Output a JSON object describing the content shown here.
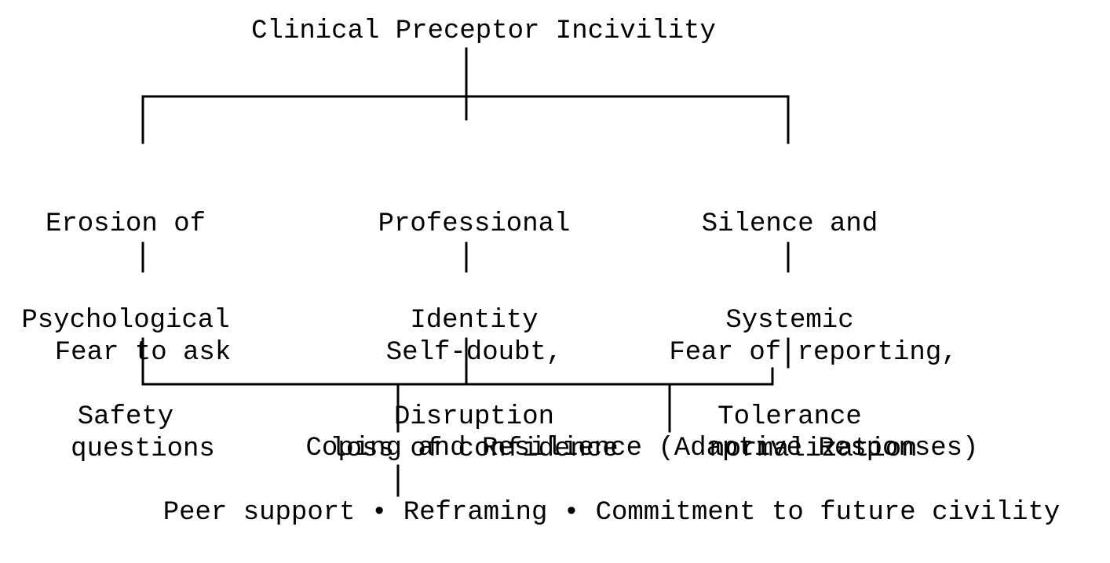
{
  "diagram": {
    "root": {
      "label": "Clinical Preceptor Incivility"
    },
    "themes": [
      {
        "title_lines": [
          "Erosion of",
          "Psychological",
          "Safety"
        ],
        "detail_lines": [
          "Fear to ask",
          "questions"
        ]
      },
      {
        "title_lines": [
          "Professional",
          "Identity",
          "Disruption"
        ],
        "detail_lines": [
          "Self-doubt,",
          "loss of confidence"
        ]
      },
      {
        "title_lines": [
          "Silence and",
          "Systemic",
          "Tolerance"
        ],
        "detail_lines": [
          "Fear of reporting,",
          "normalization"
        ]
      }
    ],
    "outcome": {
      "label": "Coping and Resilience (Adaptive Responses)",
      "strategies": "Peer support • Reframing • Commitment to future civility"
    },
    "colors": {
      "text": "#000000",
      "lines": "#000000",
      "background": "#ffffff"
    }
  }
}
